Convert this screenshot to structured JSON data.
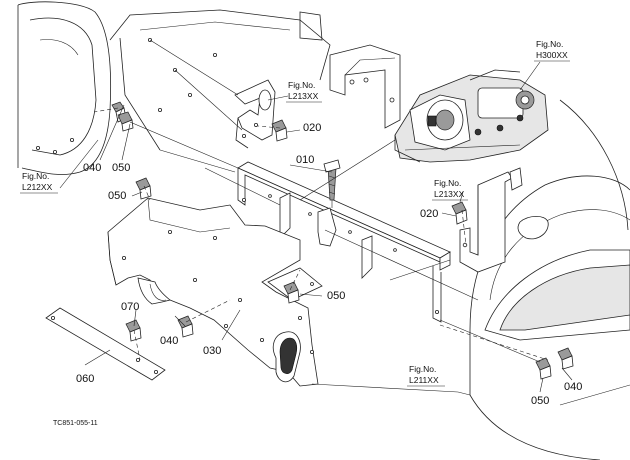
{
  "figure_refs": {
    "h300": {
      "prefix": "Fig.No.",
      "code": "H300XX"
    },
    "l213_top": {
      "prefix": "Fig.No.",
      "code": "L213XX"
    },
    "l213_right": {
      "prefix": "Fig.No.",
      "code": "L213XX"
    },
    "l212": {
      "prefix": "Fig.No.",
      "code": "L212XX"
    },
    "l211": {
      "prefix": "Fig.No.",
      "code": "L211XX"
    }
  },
  "part_labels": {
    "p010": "010",
    "p020_top": "020",
    "p020_right": "020",
    "p030": "030",
    "p040_left": "040",
    "p040_mid": "040",
    "p040_right": "040",
    "p050_left_top": "050",
    "p050_left": "050",
    "p050_mid": "050",
    "p050_right": "050",
    "p060": "060",
    "p070": "070"
  },
  "drawing_code": "TC851-055-11"
}
